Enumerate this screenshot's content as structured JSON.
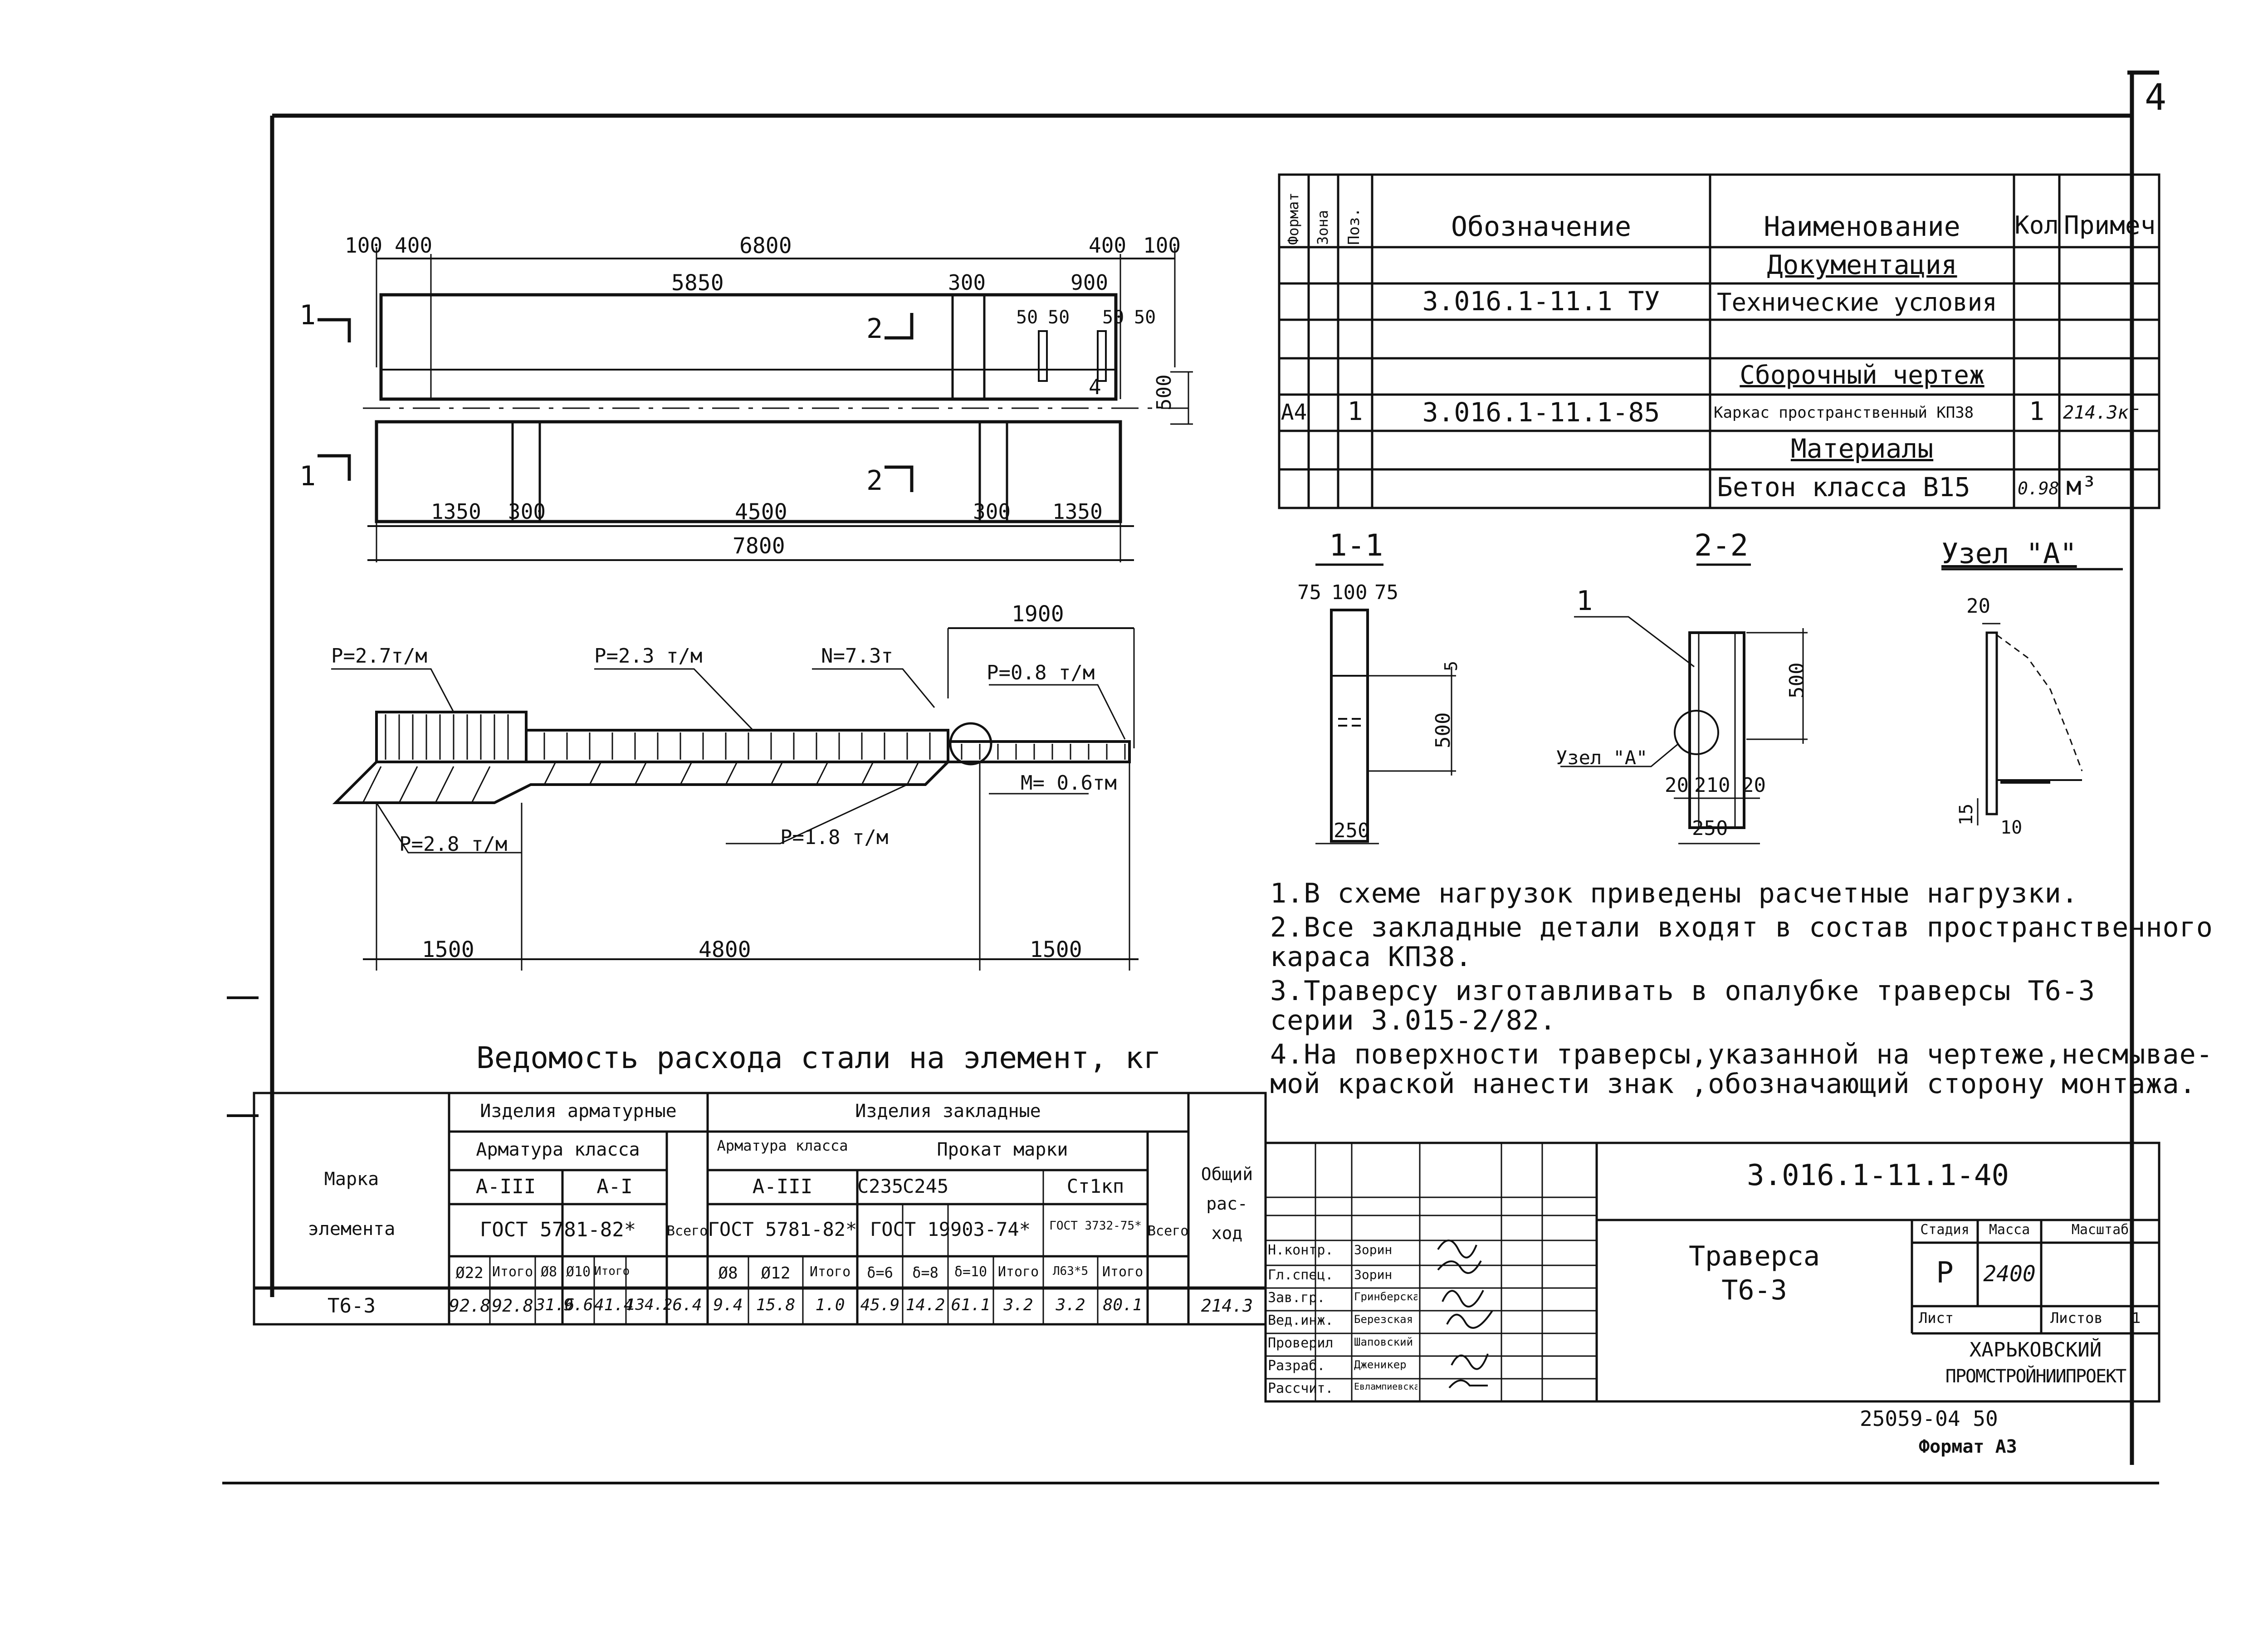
{
  "sheet_number": "4",
  "beam_plan": {
    "dim_top": [
      "100",
      "400",
      "6800",
      "400",
      "100"
    ],
    "dim_inner": [
      "5850",
      "300",
      "900"
    ],
    "dim_small": [
      "50",
      "50",
      "50",
      "50"
    ],
    "dim_height": "500",
    "pos_label": "4",
    "dim_bottom": [
      "1350",
      "300",
      "4500",
      "300",
      "1350"
    ],
    "dim_total": "7800",
    "section_1": "1",
    "section_2": "2"
  },
  "load_diagram": {
    "dim_right": "1900",
    "loads": [
      "P=2.7т/м",
      "P=2.3 т/м",
      "N=7.3т",
      "P=0.8 т/м",
      "M= 0.6тм",
      "P=2.8 т/м",
      "P=1.8 т/м"
    ],
    "dims": [
      "1500",
      "4800",
      "1500"
    ]
  },
  "spec_table": {
    "headers": [
      "Формат",
      "Зона",
      "Поз.",
      "Обозначение",
      "Наименование",
      "Кол",
      "Примеч"
    ],
    "rows": [
      {
        "name": "Документация"
      },
      {
        "designation": "3.016.1-11.1 ТУ",
        "name": "Технические условия"
      },
      {
        "name": "Сборочный чертеж"
      },
      {
        "format": "А4",
        "pos": "1",
        "designation": "3.016.1-11.1-85",
        "name": "Каркас пространственный КП38",
        "qty": "1",
        "note": "214.3кг"
      },
      {
        "name": "Материалы"
      },
      {
        "name": "Бетон класса В15",
        "qty": "0.98",
        "note": "м³"
      }
    ]
  },
  "sections": {
    "s11": {
      "title": "1-1",
      "dims_top": [
        "75",
        "100",
        "75"
      ],
      "dim_h": "500",
      "dim_s": "5",
      "dim_b": "250"
    },
    "s22": {
      "title": "2-2",
      "leader": "1",
      "node_ref": "Узел \"А\"",
      "dim_h": "500",
      "dims_b": [
        "20",
        "210",
        "20"
      ],
      "dim_b": "250"
    },
    "node": {
      "title": "Узел \"А\"",
      "dim_t": "20",
      "dim_l": "15",
      "dim_b": "10"
    }
  },
  "notes": [
    "1.В схеме нагрузок приведены расчетные нагрузки.",
    "2.Все закладные детали входят в состав пространственного",
    "   караса КП38.",
    "3.Траверсу изготавливать в опалубке траверсы Т6-3",
    "   серии 3.015-2/82.",
    "4.На поверхности траверсы,указанной на чертеже,несмывае-",
    "   мой краской нанести знак  ,обозначающий сторону монтажа."
  ],
  "steel_table": {
    "title": "Ведомость расхода стали на элемент, кг",
    "col_mark": "Марка элемента",
    "col_mark_1": "Марка",
    "col_mark_2": "элемента",
    "group_rebar": "Изделия арматурные",
    "group_embed": "Изделия закладные",
    "total_label_1": "Общий",
    "total_label_2": "рас-",
    "total_label_3": "ход",
    "rebar_class": "Арматура класса",
    "a3": "А-III",
    "a1": "А-I",
    "gost_rebar": "ГОСТ 5781-82*",
    "vsego": "Всего",
    "embed_rebar": "Арматура класса",
    "embed_a3": "А-III",
    "embed_gost": "ГОСТ 5781-82*",
    "prokat": "Прокат марки",
    "c235": "С235",
    "c245": "С245",
    "st1kp": "Ст1кп",
    "gost_prokat": "ГОСТ 19903-74*",
    "gost_st": "ГОСТ 3732-75*",
    "sub": [
      "Ø22",
      "Итого",
      "Ø8",
      "Ø10",
      "Итого",
      "Ø8",
      "Ø12",
      "Итого",
      "δ=6",
      "δ=8",
      "δ=10",
      "Итого",
      "Л63*5",
      "Итого"
    ],
    "row_mark": "Т6-3",
    "row_values": [
      "92.8",
      "92.8",
      "31.6",
      "9.6",
      "41.4",
      "134.2",
      "6.4",
      "9.4",
      "15.8",
      "1.0",
      "45.9",
      "14.2",
      "61.1",
      "3.2",
      "3.2",
      "80.1",
      "214.3"
    ]
  },
  "title_block": {
    "code": "3.016.1-11.1-40",
    "title_1": "Траверса",
    "title_2": "Т6-3",
    "stage_label": "Стадия",
    "mass_label": "Масса",
    "scale_label": "Масштаб",
    "stage": "Р",
    "mass": "2400",
    "sheet_label": "Лист",
    "sheets_label": "Листов",
    "sheets": "1",
    "org_1": "ХАРЬКОВСКИЙ",
    "org_2": "ПРОМСТРОЙНИИПРОЕКТ",
    "roles": [
      "Н.контр.",
      "Гл.спец.",
      "Зав.гр.",
      "Вед.инж.",
      "Проверил",
      "Разраб.",
      "Рассчит."
    ],
    "names": [
      "Зорин",
      "Зорин",
      "Гринберская",
      "Березская",
      "Шаповский",
      "Дженикер",
      "Евлампиевская"
    ]
  },
  "archive": "25059-04 50",
  "format": "Формат А3"
}
